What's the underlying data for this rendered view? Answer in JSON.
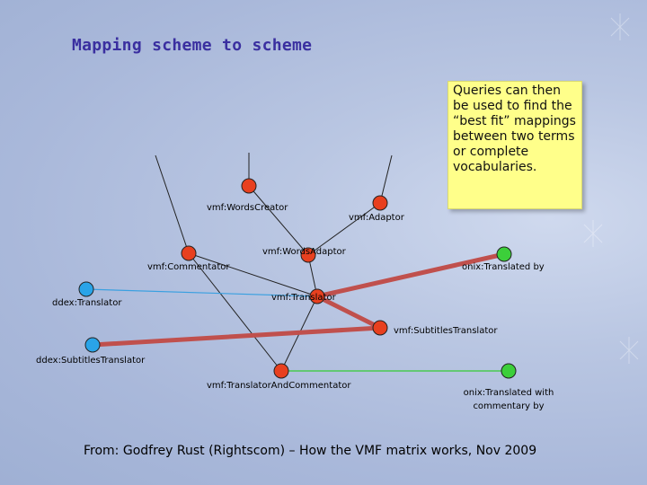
{
  "title": "Mapping scheme to scheme",
  "note": "Queries can then be used to find the “best fit” mappings between two terms or complete vocabularies.",
  "credit": "From: Godfrey Rust (Rightscom) – How the VMF matrix works, Nov 2009",
  "labels": {
    "words_creator": "vmf:WordsCreator",
    "adaptor": "vmf:Adaptor",
    "words_adaptor": "vmf:WordsAdaptor",
    "commentator": "vmf:Commentator",
    "onix_translated_by": "onix:Translated by",
    "translator": "vmf:Translator",
    "ddex_translator": "ddex:Translator",
    "subtitles_translator": "vmf:SubtitlesTranslator",
    "ddex_subtitles_translator": "ddex:SubtitlesTranslator",
    "translator_and_commentator": "vmf:TranslatorAndCommentator",
    "onix_translated_with_commentary": "onix:Translated with commentary by"
  },
  "colors": {
    "vmf_node": "#e8401f",
    "ddex_node": "#2aa4e8",
    "onix_node": "#3ccf3a",
    "mapping_line": "#c0504d",
    "ddex_link": "#3aa0e0",
    "onix_link": "#33cc33",
    "title": "#3a2fa0"
  }
}
